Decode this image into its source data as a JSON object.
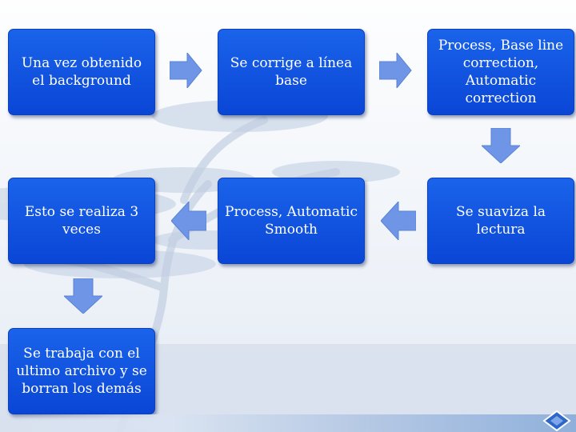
{
  "diagram": {
    "boxes": [
      {
        "text": "Una vez obtenido el background"
      },
      {
        "text": "Se corrige a línea base"
      },
      {
        "text": "Process, Base line correction, Automatic correction"
      },
      {
        "text": "Se suaviza  la lectura"
      },
      {
        "text": "Process, Automatic Smooth"
      },
      {
        "text": "Esto se realiza 3 veces"
      },
      {
        "text": "Se trabaja con el ultimo archivo y se borran los demás"
      }
    ]
  },
  "colors": {
    "box_fill": "#1558e6",
    "arrow_fill": "#6f96e6",
    "background": "#f2f5f9"
  }
}
